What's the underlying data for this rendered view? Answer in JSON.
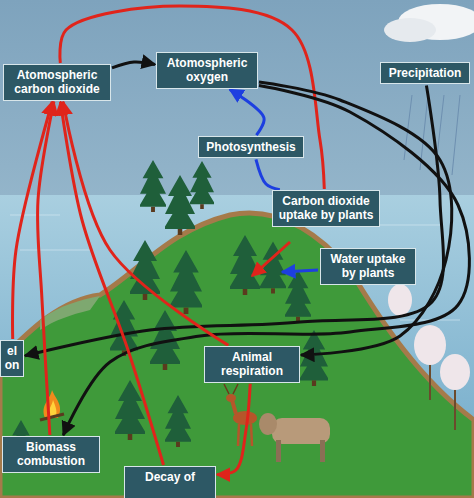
{
  "diagram": {
    "nodes": [
      {
        "text": [
          "Atomospheric carbon dioxide"
        ]
      },
      {
        "text": [
          "Atomospheric oxygen"
        ]
      },
      {
        "text": [
          "Precipitation"
        ]
      },
      {
        "text": [
          "Photosynthesis"
        ]
      },
      {
        "text": [
          "Carbon dioxide uptake by plants"
        ]
      },
      {
        "text": [
          "Water uptake by plants"
        ]
      },
      {
        "text": [
          "el on"
        ]
      },
      {
        "text": [
          "Animal respiration"
        ]
      },
      {
        "text": [
          "Biomass combustion"
        ]
      },
      {
        "text": [
          "Decay of"
        ]
      }
    ],
    "edges": [
      {
        "from": 0,
        "to": 1,
        "arrow": "to"
      },
      {
        "from": 0,
        "to": 4,
        "arrow": "none"
      },
      {
        "from": 4,
        "to": 3,
        "arrow": "none"
      },
      {
        "from": 3,
        "to": 1,
        "arrow": "to"
      },
      {
        "from": 1,
        "to": 7,
        "arrow": "to"
      },
      {
        "from": 2,
        "to": 6,
        "arrow": "to"
      },
      {
        "from": 1,
        "to": 8,
        "arrow": "to"
      },
      {
        "from": 6,
        "to": 0,
        "arrow": "to"
      },
      {
        "from": 8,
        "to": 0,
        "arrow": "to"
      },
      {
        "from": 9,
        "to": 0,
        "arrow": "to"
      },
      {
        "from": 7,
        "to": 0,
        "arrow": "to"
      },
      {
        "from": 7,
        "to": 9,
        "arrow": "to"
      }
    ]
  }
}
